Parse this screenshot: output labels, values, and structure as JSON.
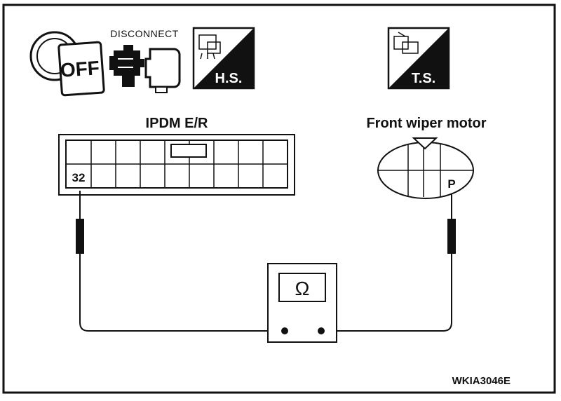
{
  "icons": {
    "ignition_label": "OFF",
    "disconnect_label": "DISCONNECT",
    "hs_label": "H.S.",
    "ts_label": "T.S."
  },
  "connectors": {
    "ipdm_title": "IPDM E/R",
    "ipdm_terminal": "32",
    "motor_title": "Front wiper motor",
    "motor_terminal": "P"
  },
  "meter": {
    "symbol": "Ω"
  },
  "figure_id": "WKIA3046E"
}
